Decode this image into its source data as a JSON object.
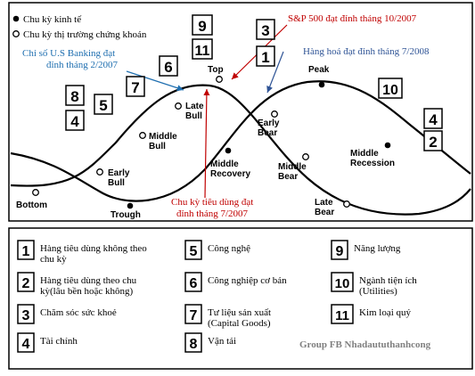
{
  "legend": {
    "economic_cycle": "Chu kỳ kinh tế",
    "market_cycle": "Chu kỳ thị trường chứng khoán"
  },
  "phases": {
    "top": "Top",
    "peak": "Peak",
    "late_bull": [
      "Late",
      "Bull"
    ],
    "middle_bull": [
      "Middle",
      "Bull"
    ],
    "early_bull": [
      "Early",
      "Bull"
    ],
    "bottom": "Bottom",
    "trough": "Trough",
    "middle_recovery": [
      "Middle",
      "Recovery"
    ],
    "early_bear": [
      "Early",
      "Bear"
    ],
    "middle_bear": [
      "Middle",
      "Bear"
    ],
    "late_bear": [
      "Late",
      "Bear"
    ],
    "middle_recession": [
      "Middle",
      "Recession"
    ]
  },
  "annotations": {
    "sp500": "S&P 500 đạt đỉnh tháng 10/2007",
    "banking": [
      "Chỉ số U.S Banking đạt",
      "đỉnh tháng 2/2007"
    ],
    "commodities": "Hàng hoá đạt đỉnh tháng 7/2008",
    "consumer": [
      "Chu kỳ tiêu dùng đạt",
      "đỉnh tháng 7/2007"
    ]
  },
  "badges": {
    "b9": "9",
    "b11": "11",
    "b3": "3",
    "b1": "1",
    "b6": "6",
    "b7": "7",
    "b8": "8",
    "b4l": "4",
    "b5": "5",
    "b10": "10",
    "b4r": "4",
    "b2": "2"
  },
  "sectors": [
    {
      "num": "1",
      "lines": [
        "Hàng tiêu dùng không theo",
        "chu kỳ"
      ]
    },
    {
      "num": "2",
      "lines": [
        "Hàng tiêu dùng theo chu",
        "kỳ(lâu bền hoặc không)"
      ]
    },
    {
      "num": "3",
      "lines": [
        "Chăm sóc sức khoẻ"
      ]
    },
    {
      "num": "4",
      "lines": [
        "Tài chính"
      ]
    },
    {
      "num": "5",
      "lines": [
        "Công nghệ"
      ]
    },
    {
      "num": "6",
      "lines": [
        "Công nghiệp cơ bản"
      ]
    },
    {
      "num": "7",
      "lines": [
        "Tư liệu sản xuất",
        "(Capital Goods)"
      ]
    },
    {
      "num": "8",
      "lines": [
        "Vận tải"
      ]
    },
    {
      "num": "9",
      "lines": [
        "Năng lượng"
      ]
    },
    {
      "num": "10",
      "lines": [
        "Ngành tiện ích",
        "(Utilities)"
      ]
    },
    {
      "num": "11",
      "lines": [
        "Kim loại quý"
      ]
    }
  ],
  "credit": "Group FB Nhadaututhanhcong",
  "colors": {
    "sp500": "#c00000",
    "banking": "#1f6fb0",
    "commodities": "#2f5496",
    "consumer": "#c00000",
    "credit": "#808080"
  }
}
